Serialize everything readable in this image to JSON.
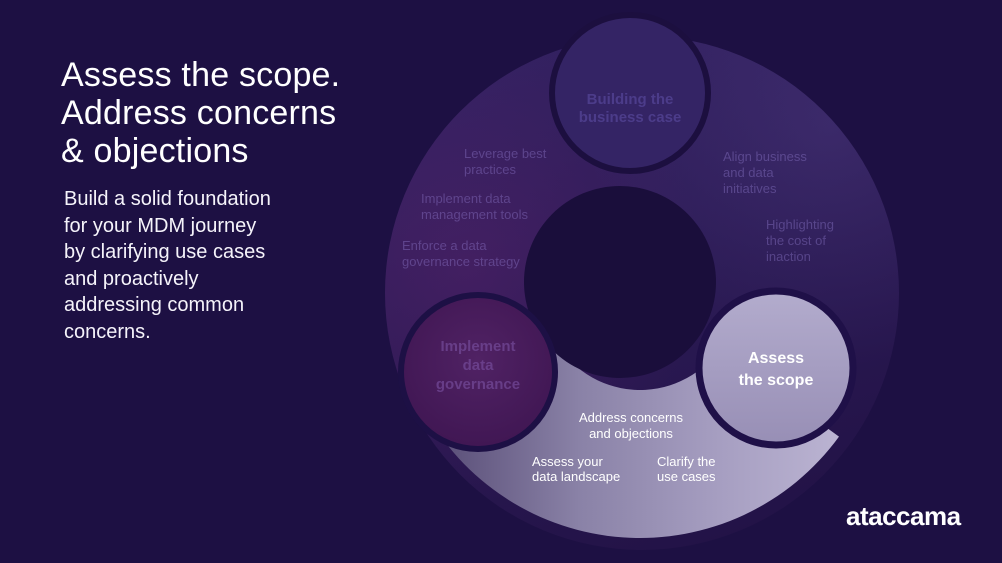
{
  "title": {
    "line1": "Assess the scope.",
    "line2": "Address concerns",
    "line3": "& objections"
  },
  "subtitle": {
    "line1": "Build a solid foundation",
    "line2": "for your MDM journey",
    "line3": "by clarifying use cases",
    "line4": "and proactively",
    "line5": "addressing common",
    "line6": "concerns."
  },
  "logo": "ataccama",
  "colors": {
    "background": "#1d1043",
    "ring": "#32215e",
    "hole": "#1a0e3b",
    "node_building": "#342465",
    "node_governance": "#47195a",
    "node_active": "#a9a2c4",
    "crescent_light": "#c0b9d6",
    "text_white": "#ffffff"
  },
  "diagram": {
    "nodes": {
      "building_business_case": {
        "line1": "Building the",
        "line2": "business case"
      },
      "implement_data_governance": {
        "line1": "Implement",
        "line2": "data",
        "line3": "governance"
      },
      "assess_the_scope": {
        "line1": "Assess",
        "line2": "the scope"
      }
    },
    "faded_labels": {
      "leverage_best_practices": {
        "line1": "Leverage best",
        "line2": "practices"
      },
      "implement_data_management_tools": {
        "line1": "Implement data",
        "line2": "management tools"
      },
      "enforce_governance_strategy": {
        "line1": "Enforce a data",
        "line2": "governance strategy"
      },
      "align_business_and_data": {
        "line1": "Align business",
        "line2": "and data",
        "line3": "initiatives"
      },
      "highlighting_cost_of_inaction": {
        "line1": "Highlighting",
        "line2": "the cost of",
        "line3": "inaction"
      }
    },
    "active_labels": {
      "address_concerns": {
        "line1": "Address concerns",
        "line2": "and objections"
      },
      "assess_data_landscape": {
        "line1": "Assess your",
        "line2": "data landscape"
      },
      "clarify_use_cases": {
        "line1": "Clarify the",
        "line2": "use cases"
      }
    }
  }
}
